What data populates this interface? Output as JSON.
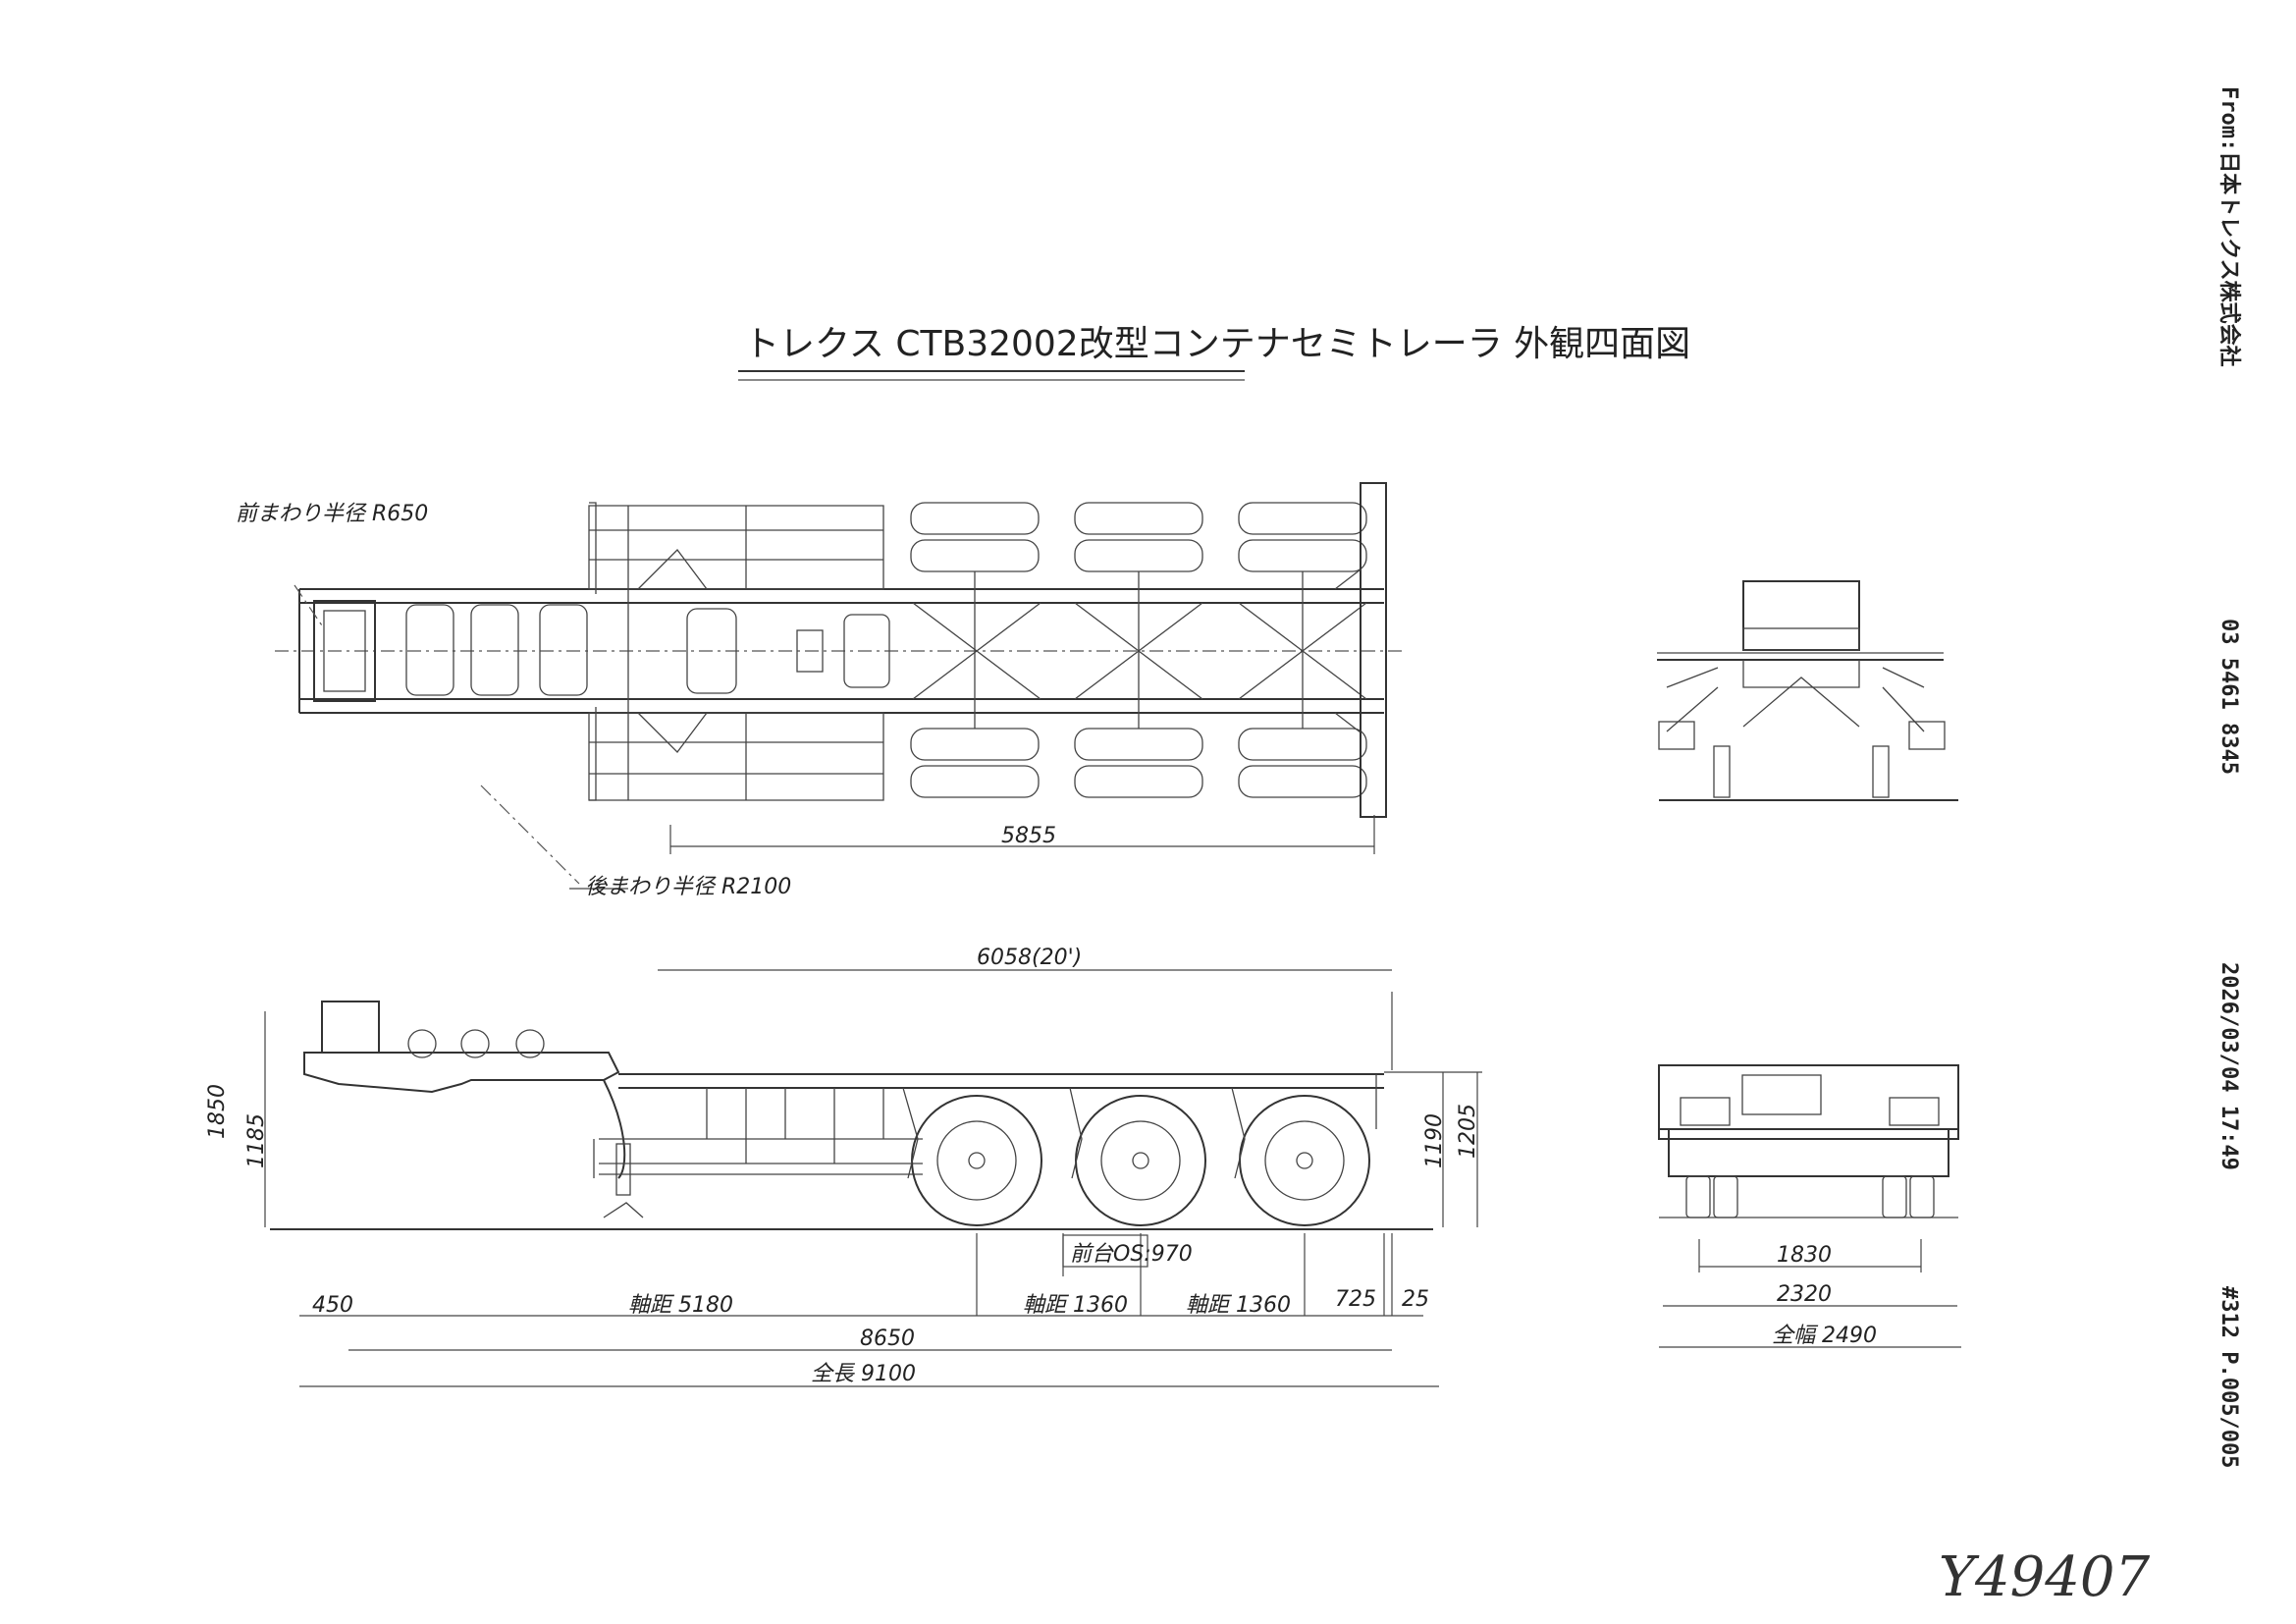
{
  "title": "トレクス CTB32002改型コンテナセミトレーラ 外観四面図",
  "fax_header": {
    "from": "From:日本トレクス株式会社",
    "phone": "03 5461 8345",
    "datetime": "2026/03/04 17:49",
    "page": "#312 P.005/005"
  },
  "handwritten_note": "Y49407",
  "plan_view": {
    "front_turn_radius": "前まわり半径 R650",
    "rear_turn_radius": "後まわり半径 R2100",
    "dim_5855": "5855"
  },
  "side_view": {
    "dim_container": "6058(20')",
    "dim_1850": "1850",
    "dim_1185": "1185",
    "dim_1190": "1190",
    "dim_1205": "1205",
    "dim_os": "前台OS:970",
    "dim_450": "450",
    "dim_5180": "軸距 5180",
    "dim_1360_a": "軸距 1360",
    "dim_1360_b": "軸距 1360",
    "dim_725": "725",
    "dim_25": "25",
    "dim_8650": "8650",
    "dim_total_length": "全長 9100"
  },
  "rear_view": {
    "dim_1830": "1830",
    "dim_2320": "2320",
    "dim_total_width": "全幅 2490"
  }
}
